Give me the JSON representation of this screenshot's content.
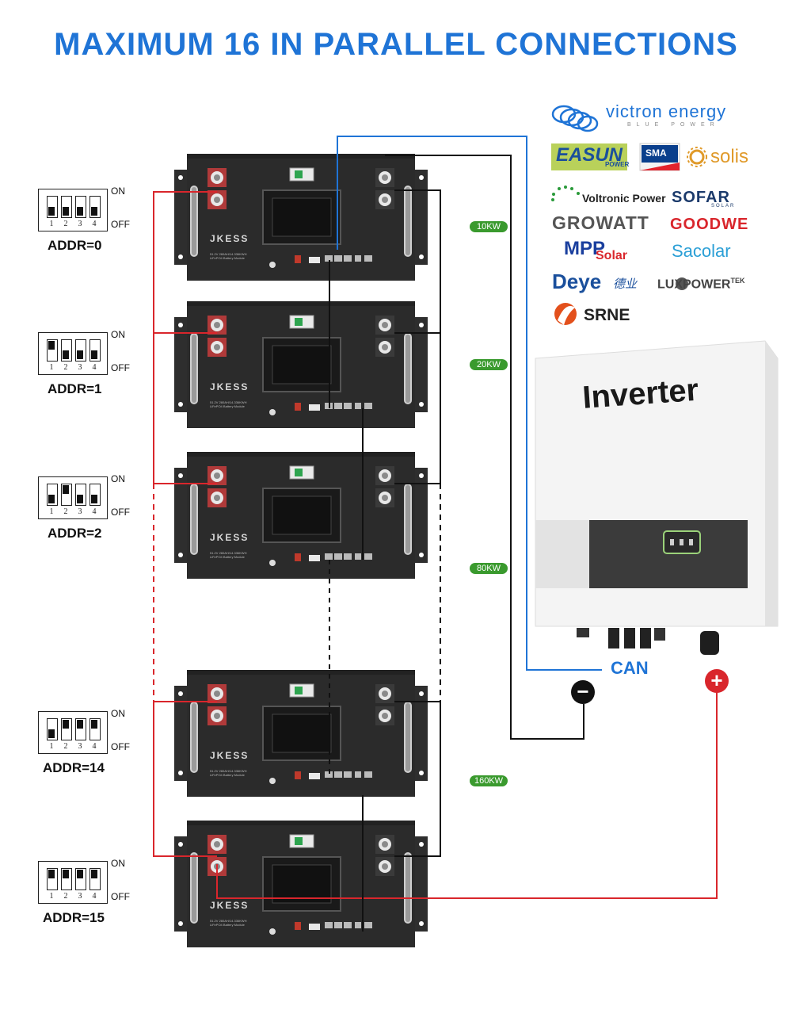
{
  "title": "MAXIMUM 16 IN PARALLEL CONNECTIONS",
  "addresses": [
    {
      "label": "ADDR=0",
      "on": "ON",
      "off": "OFF",
      "switch_nums": [
        "1",
        "2",
        "3",
        "4"
      ],
      "switch_states": [
        0,
        0,
        0,
        0
      ]
    },
    {
      "label": "ADDR=1",
      "on": "ON",
      "off": "OFF",
      "switch_nums": [
        "1",
        "2",
        "3",
        "4"
      ],
      "switch_states": [
        1,
        0,
        0,
        0
      ]
    },
    {
      "label": "ADDR=2",
      "on": "ON",
      "off": "OFF",
      "switch_nums": [
        "1",
        "2",
        "3",
        "4"
      ],
      "switch_states": [
        0,
        1,
        0,
        0
      ]
    },
    {
      "label": "ADDR=14",
      "on": "ON",
      "off": "OFF",
      "switch_nums": [
        "1",
        "2",
        "3",
        "4"
      ],
      "switch_states": [
        0,
        1,
        1,
        1
      ]
    },
    {
      "label": "ADDR=15",
      "on": "ON",
      "off": "OFF",
      "switch_nums": [
        "1",
        "2",
        "3",
        "4"
      ],
      "switch_states": [
        1,
        1,
        1,
        1
      ]
    }
  ],
  "battery": {
    "logo": "JKESS",
    "spec_line1": "51.2V 280AH/14.336KWH",
    "spec_line2": "LiFePO4 Battery Module"
  },
  "power_labels": [
    "10KW",
    "20KW",
    "80KW",
    "160KW"
  ],
  "brands": {
    "victron": "victron energy",
    "victron_sub": "BLUE POWER",
    "easun": "EASUN",
    "easun_sub": "POWER",
    "sma": "SMA",
    "solis": "solis",
    "voltronic": "Voltronic Power",
    "sofar": "SOFAR",
    "sofar_sub": "SOLAR",
    "growatt": "GROWATT",
    "goodwe": "GOODWE",
    "mpp": "MPP",
    "mpp_sub": "Solar",
    "sacolar": "Sacolar",
    "deye": "Deye",
    "deye_cn": "德业",
    "luxpower": "LUXPOWER",
    "luxpower_sup": "TEK",
    "srne": "SRNE"
  },
  "inverter_label": "Inverter",
  "can_label": "CAN",
  "negative_sign": "−",
  "positive_sign": "+",
  "colors": {
    "title": "#1f74d6",
    "positive_wire": "#d9262c",
    "negative_wire": "#111111",
    "can_wire": "#1f74d6",
    "kw_badge": "#3a9a2e",
    "battery": "#2b2b2b"
  }
}
